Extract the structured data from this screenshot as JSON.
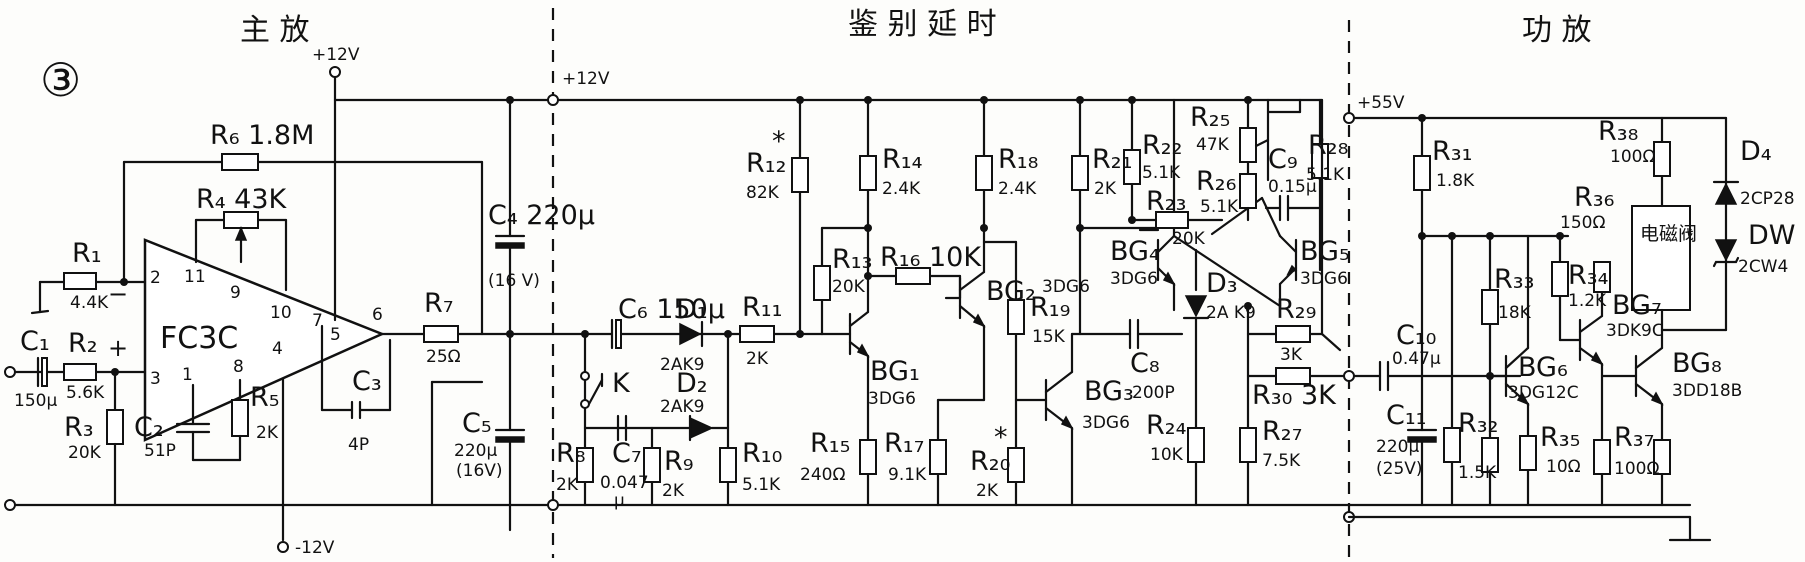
{
  "sections": {
    "main_amp": "主  放",
    "discriminator_delay": "鉴  别  延  时",
    "power_amp": "功  放"
  },
  "figure_number": "③",
  "rails": {
    "amp_pos": "+12V",
    "amp_neg": "-12V",
    "mid_pos": "+12V",
    "power_pos": "+55V"
  },
  "ic": {
    "name": "FC3C",
    "pins": {
      "p2": "2",
      "p3": "3",
      "p11": "11",
      "p9": "9",
      "p10": "10",
      "p1": "1",
      "p8": "8",
      "p4": "4",
      "p7": "7",
      "p5": "5",
      "p6": "6"
    },
    "minus": "−",
    "plus": "+"
  },
  "labels": {
    "R1": "R₁",
    "R1_val": "4.4K",
    "R2": "R₂",
    "R2_val": "5.6K",
    "R3": "R₃",
    "R3_val": "20K",
    "R4": "R₄ 43K",
    "R5": "R₅",
    "R5_val": "2K",
    "R6": "R₆ 1.8M",
    "R7": "R₇",
    "R7_val": "25Ω",
    "C1": "C₁",
    "C1_val": "150μ",
    "C2": "C₂",
    "C2_val": "51P",
    "C3": "C₃",
    "C3_val": "4P",
    "C4": "C₄ 220μ",
    "C4_val": "(16 V)",
    "C5": "C₅",
    "C5_val": "220μ",
    "C5_v": "(16V)",
    "C6": "C₆ 150μ",
    "C7": "C₇",
    "C7_val": "0.047",
    "C7_unit": "μ",
    "K": "K",
    "D1": "D₁",
    "D1_val": "2AK9",
    "D2": "D₂",
    "D2_val": "2AK9",
    "R8": "R₈",
    "R8_val": "2K",
    "R9": "R₉",
    "R9_val": "2K",
    "R10": "R₁₀",
    "R10_val": "5.1K",
    "R11": "R₁₁",
    "R11_val": "2K",
    "R12_star": "*",
    "R12": "R₁₂",
    "R12_val": "82K",
    "R13": "R₁₃",
    "R13_val": "20K",
    "R14": "R₁₄",
    "R14_val": "2.4K",
    "R15": "R₁₅",
    "R15_val": "240Ω",
    "R16": "R₁₆ 10K",
    "R17": "R₁₇",
    "R17_val": "9.1K",
    "R18": "R₁₈",
    "R18_val": "2.4K",
    "R19": "R₁₉",
    "R19_val": "15K",
    "R20_star": "*",
    "R20": "R₂₀",
    "R20_val": "2K",
    "R21": "R₂₁",
    "R21_val": "2K",
    "R22": "R₂₂",
    "R22_val": "5.1K",
    "R23": "R₂₃",
    "R23_val": "20K",
    "R24": "R₂₄",
    "R24_val": "10K",
    "R25": "R₂₅",
    "R25_val": "47K",
    "R26": "R₂₆",
    "R26_val": "5.1K",
    "R27": "R₂₇",
    "R27_val": "7.5K",
    "R28": "R₂₈",
    "R28_val": "5.1K",
    "R29": "R₂₉",
    "R29_val": "3K",
    "R30": "R₃₀ 3K",
    "C8": "C₈",
    "C8_val": "200P",
    "C9": "C₉",
    "C9_val": "0.15μ",
    "D3": "D₃",
    "D3_val": "2A K9",
    "BG1": "BG₁",
    "BG1_val": "3DG6",
    "BG2": "BG₂",
    "BG2_val": "3DG6",
    "BG3": "BG₃",
    "BG3_val": "3DG6",
    "BG4": "BG₄",
    "BG4_val": "3DG6",
    "BG5": "BG₅",
    "BG5_val": "3DG6",
    "C10": "C₁₀",
    "C10_val": "0.47μ",
    "C11": "C₁₁",
    "C11_val": "220μ",
    "C11_v": "(25V)",
    "R31": "R₃₁",
    "R31_val": "1.8K",
    "R32": "R₃₂",
    "R32_val": "1.5K",
    "R33": "R₃₃",
    "R33_val": "18K",
    "R34": "R₃₄",
    "R34_val": "1.2K",
    "R35": "R₃₅",
    "R35_val": "10Ω",
    "R36": "R₃₆",
    "R36_val": "150Ω",
    "R37": "R₃₇",
    "R37_val": "100Ω",
    "R38": "R₃₈",
    "R38_val": "100Ω",
    "BG6": "BG₆",
    "BG6_val": "3DG12C",
    "BG7": "BG₇",
    "BG7_val": "3DK9C",
    "BG8": "BG₈",
    "BG8_val": "3DD18B",
    "D4": "D₄",
    "D4_val": "2CP28",
    "DW": "DW",
    "DW_val": "2CW4",
    "valve": "电磁阀"
  }
}
